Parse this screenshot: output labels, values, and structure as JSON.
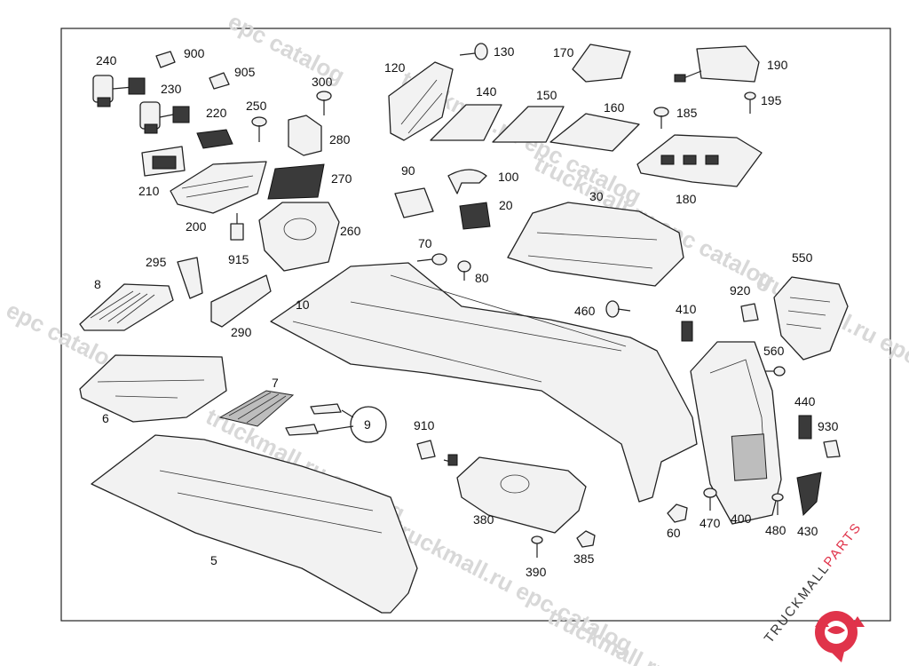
{
  "watermarks": [
    "epc catalog",
    "truckmall.ru epc catalog",
    "truckmall.ru epc catalog",
    "truckmall.ru epc catalog",
    "epc catalog",
    "truckmall.ru catalog",
    "truckmall.ru epc catalog",
    "truckmall.ru catalog",
    "truckmall.ru"
  ],
  "brand": {
    "part1": "TRUCKMALL",
    "part2": "PARTS",
    "color1": "#333333",
    "color2": "#e0334a"
  },
  "labels": {
    "p240": "240",
    "p900": "900",
    "p905": "905",
    "p230": "230",
    "p300": "300",
    "p250": "250",
    "p220": "220",
    "p280": "280",
    "p210": "210",
    "p270": "270",
    "p200": "200",
    "p260": "260",
    "p915": "915",
    "p295": "295",
    "p290": "290",
    "p8": "8",
    "p10": "10",
    "p6": "6",
    "p7": "7",
    "p9": "9",
    "p5": "5",
    "p120": "120",
    "p130": "130",
    "p140": "140",
    "p150": "150",
    "p170": "170",
    "p160": "160",
    "p190": "190",
    "p185": "185",
    "p195": "195",
    "p90": "90",
    "p100": "100",
    "p20": "20",
    "p30": "30",
    "p180": "180",
    "p70": "70",
    "p80": "80",
    "p460": "460",
    "p410": "410",
    "p920": "920",
    "p550": "550",
    "p560": "560",
    "p440": "440",
    "p930": "930",
    "p910": "910",
    "p380": "380",
    "p390": "390",
    "p385": "385",
    "p60": "60",
    "p470": "470",
    "p400": "400",
    "p480": "480",
    "p430": "430"
  }
}
